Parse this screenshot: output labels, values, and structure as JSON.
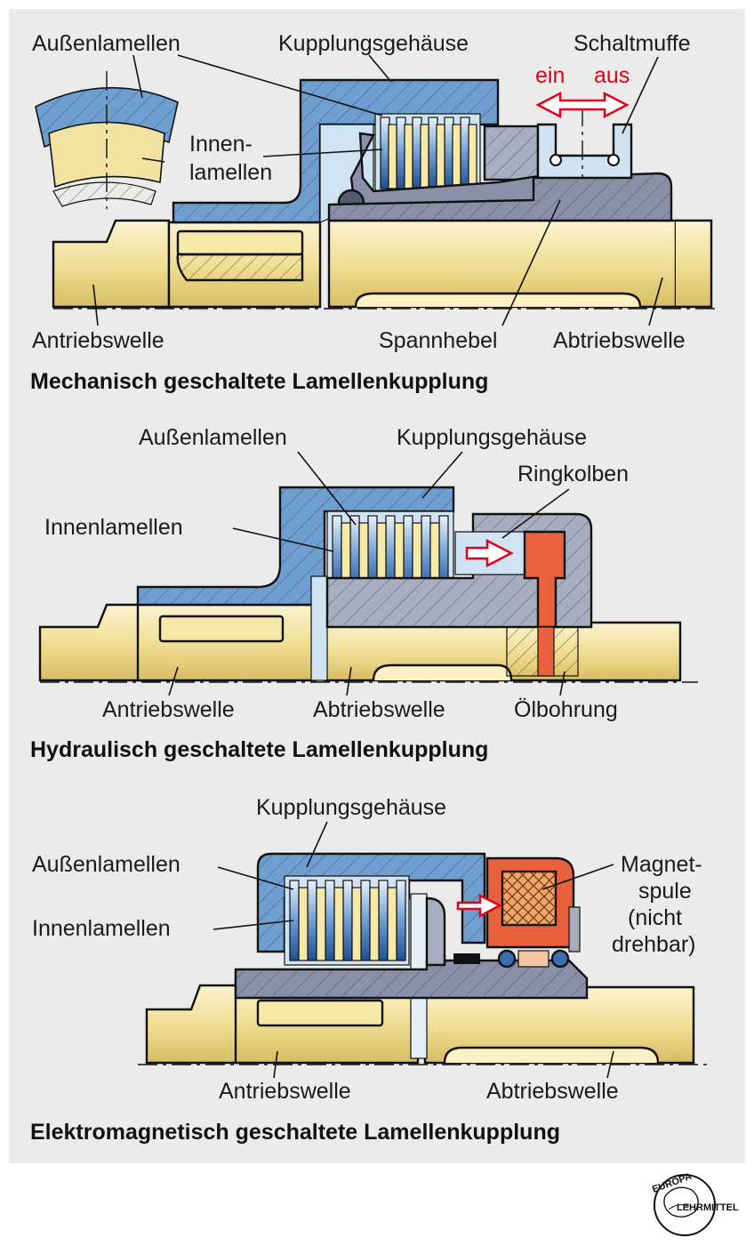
{
  "sections": {
    "mechanical": {
      "title": "Mechanisch geschaltete Lamellenkupplung",
      "labels": {
        "outer_plates": "Außenlamellen",
        "housing": "Kupplungsgehäuse",
        "sleeve": "Schaltmuffe",
        "on": "ein",
        "off": "aus",
        "inner_plates_1": "Innen-",
        "inner_plates_2": "lamellen",
        "input_shaft": "Antriebswelle",
        "lever": "Spannhebel",
        "output_shaft": "Abtriebswelle"
      }
    },
    "hydraulic": {
      "title": "Hydraulisch geschaltete Lamellenkupplung",
      "labels": {
        "outer_plates": "Außenlamellen",
        "housing": "Kupplungsgehäuse",
        "piston": "Ringkolben",
        "inner_plates": "Innenlamellen",
        "input_shaft": "Antriebswelle",
        "output_shaft": "Abtriebswelle",
        "oil_bore": "Ölbohrung"
      }
    },
    "electromagnetic": {
      "title": "Elektromagnetisch geschaltete Lamellenkupplung",
      "labels": {
        "housing": "Kupplungsgehäuse",
        "outer_plates": "Außenlamellen",
        "inner_plates": "Innenlamellen",
        "coil_1": "Magnet-",
        "coil_2": "spule",
        "coil_3": "(nicht",
        "coil_4": "drehbar)",
        "input_shaft": "Antriebswelle",
        "output_shaft": "Abtriebswelle"
      }
    }
  },
  "logo": {
    "top": "EUROPA",
    "bottom": "LEHRMITTEL"
  },
  "colors": {
    "background": "#ebebeb",
    "housing_blue": "#6f9fd0",
    "shaft_yellow": "#f3e3a0",
    "grey_part": "#a8adbf",
    "piston_red": "#e8603c",
    "arrow_red": "#e3001b",
    "light_blue": "#cfe3f2"
  }
}
